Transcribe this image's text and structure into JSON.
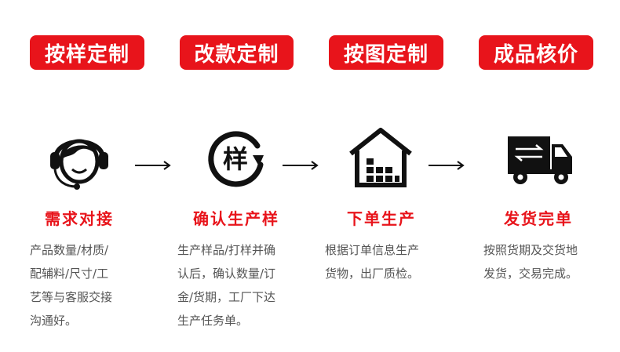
{
  "colors": {
    "accent": "#e8141b",
    "icon": "#111111",
    "text": "#555555",
    "background": "#ffffff"
  },
  "badges": [
    "按样定制",
    "改款定制",
    "按图定制",
    "成品核价"
  ],
  "steps": [
    {
      "icon": "headset-agent-icon",
      "title": "需求对接",
      "description": "产品数量/材质/\n配辅料/尺寸/工\n艺等与客服交接\n沟通好。"
    },
    {
      "icon": "sample-cycle-icon",
      "icon_text": "样",
      "title": "确认生产样",
      "description": "生产样品/打样并确\n认后，确认数量/订\n金/货期，工厂下达\n生产任务单。"
    },
    {
      "icon": "factory-warehouse-icon",
      "title": "下单生产",
      "description": "根据订单信息生产\n货物，出厂质检。"
    },
    {
      "icon": "delivery-truck-icon",
      "title": "发货完单",
      "description": "按照货期及交货地\n发货，交易完成。"
    }
  ]
}
